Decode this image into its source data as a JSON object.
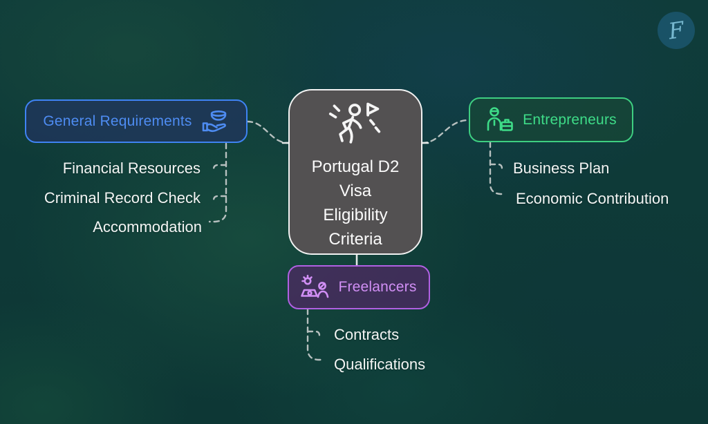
{
  "diagram": {
    "type": "mindmap",
    "title": "Portugal D2 Visa Eligibility Criteria"
  },
  "center": {
    "icon": "traveler-flag-icon",
    "title_lines": [
      "Portugal D2",
      "Visa",
      "Eligibility",
      "Criteria"
    ]
  },
  "branches": {
    "general": {
      "label": "General Requirements",
      "icon": "hand-bowl-icon",
      "accent": "#4e8cf2",
      "items": [
        "Financial Resources",
        "Criminal Record Check",
        "Accommodation"
      ]
    },
    "entrepreneurs": {
      "label": "Entrepreneurs",
      "icon": "businessman-briefcase-icon",
      "accent": "#3edc88",
      "items": [
        "Business Plan",
        "Economic Contribution"
      ]
    },
    "freelancers": {
      "label": "Freelancers",
      "icon": "freelancer-laptop-icon",
      "accent": "#d18ff5",
      "items": [
        "Contracts",
        "Qualifications"
      ]
    }
  },
  "watermark": {
    "glyph": "F"
  },
  "colors": {
    "background": "#0f3c3a",
    "center_node_fill": "#535152",
    "center_node_border": "#f2f2f2",
    "connector": "#b7c0bf",
    "subtopic_text": "#f3f5f4"
  }
}
